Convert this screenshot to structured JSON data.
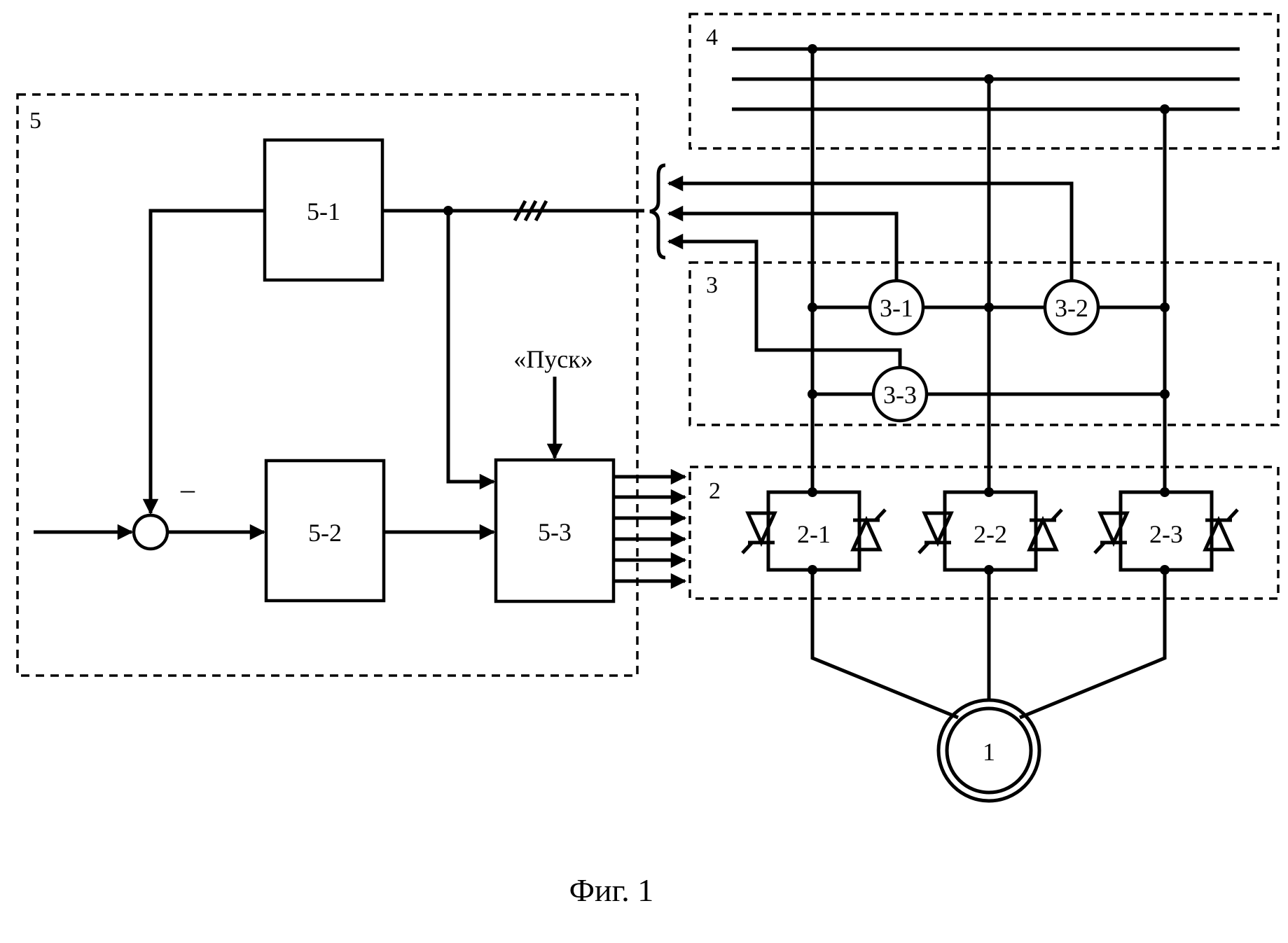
{
  "groups": {
    "g5": "5",
    "g4": "4",
    "g3": "3",
    "g2": "2"
  },
  "blocks": {
    "b51": "5-1",
    "b52": "5-2",
    "b53": "5-3"
  },
  "sensors": {
    "s31": "3-1",
    "s32": "3-2",
    "s33": "3-3"
  },
  "switches": {
    "t21": "2-1",
    "t22": "2-2",
    "t23": "2-3"
  },
  "motor_label": "1",
  "minus_sign": "–",
  "start_label": "«Пуск»",
  "caption": "Фиг. 1"
}
